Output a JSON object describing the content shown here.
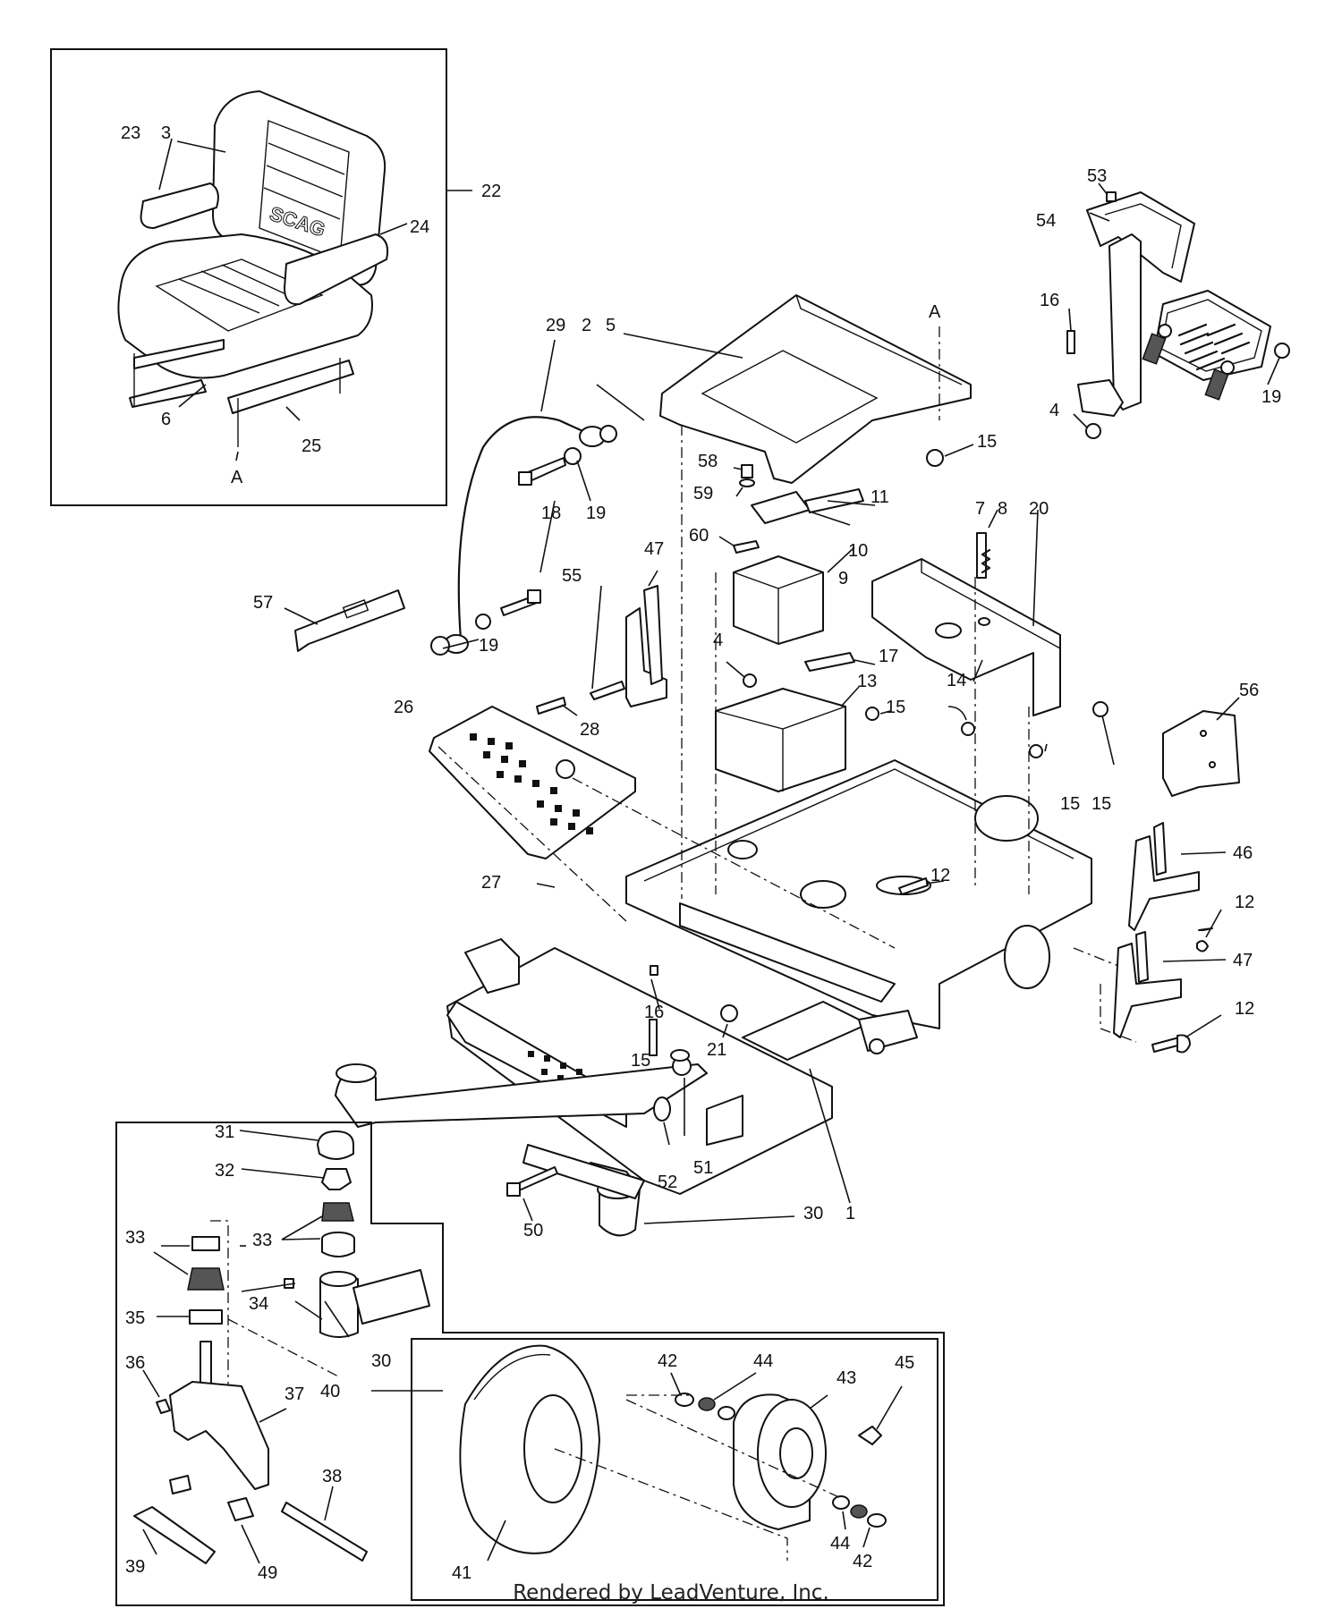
{
  "footer": "Rendered by LeadVenture, Inc.",
  "view_labels": [
    "A",
    "A"
  ],
  "parts": [
    {
      "id": "1"
    },
    {
      "id": "2"
    },
    {
      "id": "3"
    },
    {
      "id": "4"
    },
    {
      "id": "4b",
      "text": "4"
    },
    {
      "id": "5"
    },
    {
      "id": "6"
    },
    {
      "id": "7"
    },
    {
      "id": "8"
    },
    {
      "id": "9"
    },
    {
      "id": "10"
    },
    {
      "id": "11"
    },
    {
      "id": "12a",
      "text": "12"
    },
    {
      "id": "12b",
      "text": "12"
    },
    {
      "id": "12c",
      "text": "12"
    },
    {
      "id": "13"
    },
    {
      "id": "14"
    },
    {
      "id": "15a",
      "text": "15"
    },
    {
      "id": "15b",
      "text": "15"
    },
    {
      "id": "15c",
      "text": "15"
    },
    {
      "id": "15d",
      "text": "15"
    },
    {
      "id": "15e",
      "text": "15"
    },
    {
      "id": "16a",
      "text": "16"
    },
    {
      "id": "16b",
      "text": "16"
    },
    {
      "id": "17"
    },
    {
      "id": "18"
    },
    {
      "id": "19a",
      "text": "19"
    },
    {
      "id": "19b",
      "text": "19"
    },
    {
      "id": "19c",
      "text": "19"
    },
    {
      "id": "20"
    },
    {
      "id": "21"
    },
    {
      "id": "22"
    },
    {
      "id": "23"
    },
    {
      "id": "24"
    },
    {
      "id": "25"
    },
    {
      "id": "26"
    },
    {
      "id": "27"
    },
    {
      "id": "28"
    },
    {
      "id": "29"
    },
    {
      "id": "30a",
      "text": "30"
    },
    {
      "id": "30b",
      "text": "30"
    },
    {
      "id": "31"
    },
    {
      "id": "32"
    },
    {
      "id": "33a",
      "text": "33"
    },
    {
      "id": "33b",
      "text": "33"
    },
    {
      "id": "34"
    },
    {
      "id": "35"
    },
    {
      "id": "36"
    },
    {
      "id": "37"
    },
    {
      "id": "38"
    },
    {
      "id": "39"
    },
    {
      "id": "40"
    },
    {
      "id": "41"
    },
    {
      "id": "42a",
      "text": "42"
    },
    {
      "id": "42b",
      "text": "42"
    },
    {
      "id": "43"
    },
    {
      "id": "44a",
      "text": "44"
    },
    {
      "id": "44b",
      "text": "44"
    },
    {
      "id": "45"
    },
    {
      "id": "46"
    },
    {
      "id": "47a",
      "text": "47"
    },
    {
      "id": "47b",
      "text": "47"
    },
    {
      "id": "49"
    },
    {
      "id": "50"
    },
    {
      "id": "51"
    },
    {
      "id": "52"
    },
    {
      "id": "53"
    },
    {
      "id": "54"
    },
    {
      "id": "55"
    },
    {
      "id": "56"
    },
    {
      "id": "57"
    },
    {
      "id": "58"
    },
    {
      "id": "59"
    },
    {
      "id": "60"
    }
  ]
}
